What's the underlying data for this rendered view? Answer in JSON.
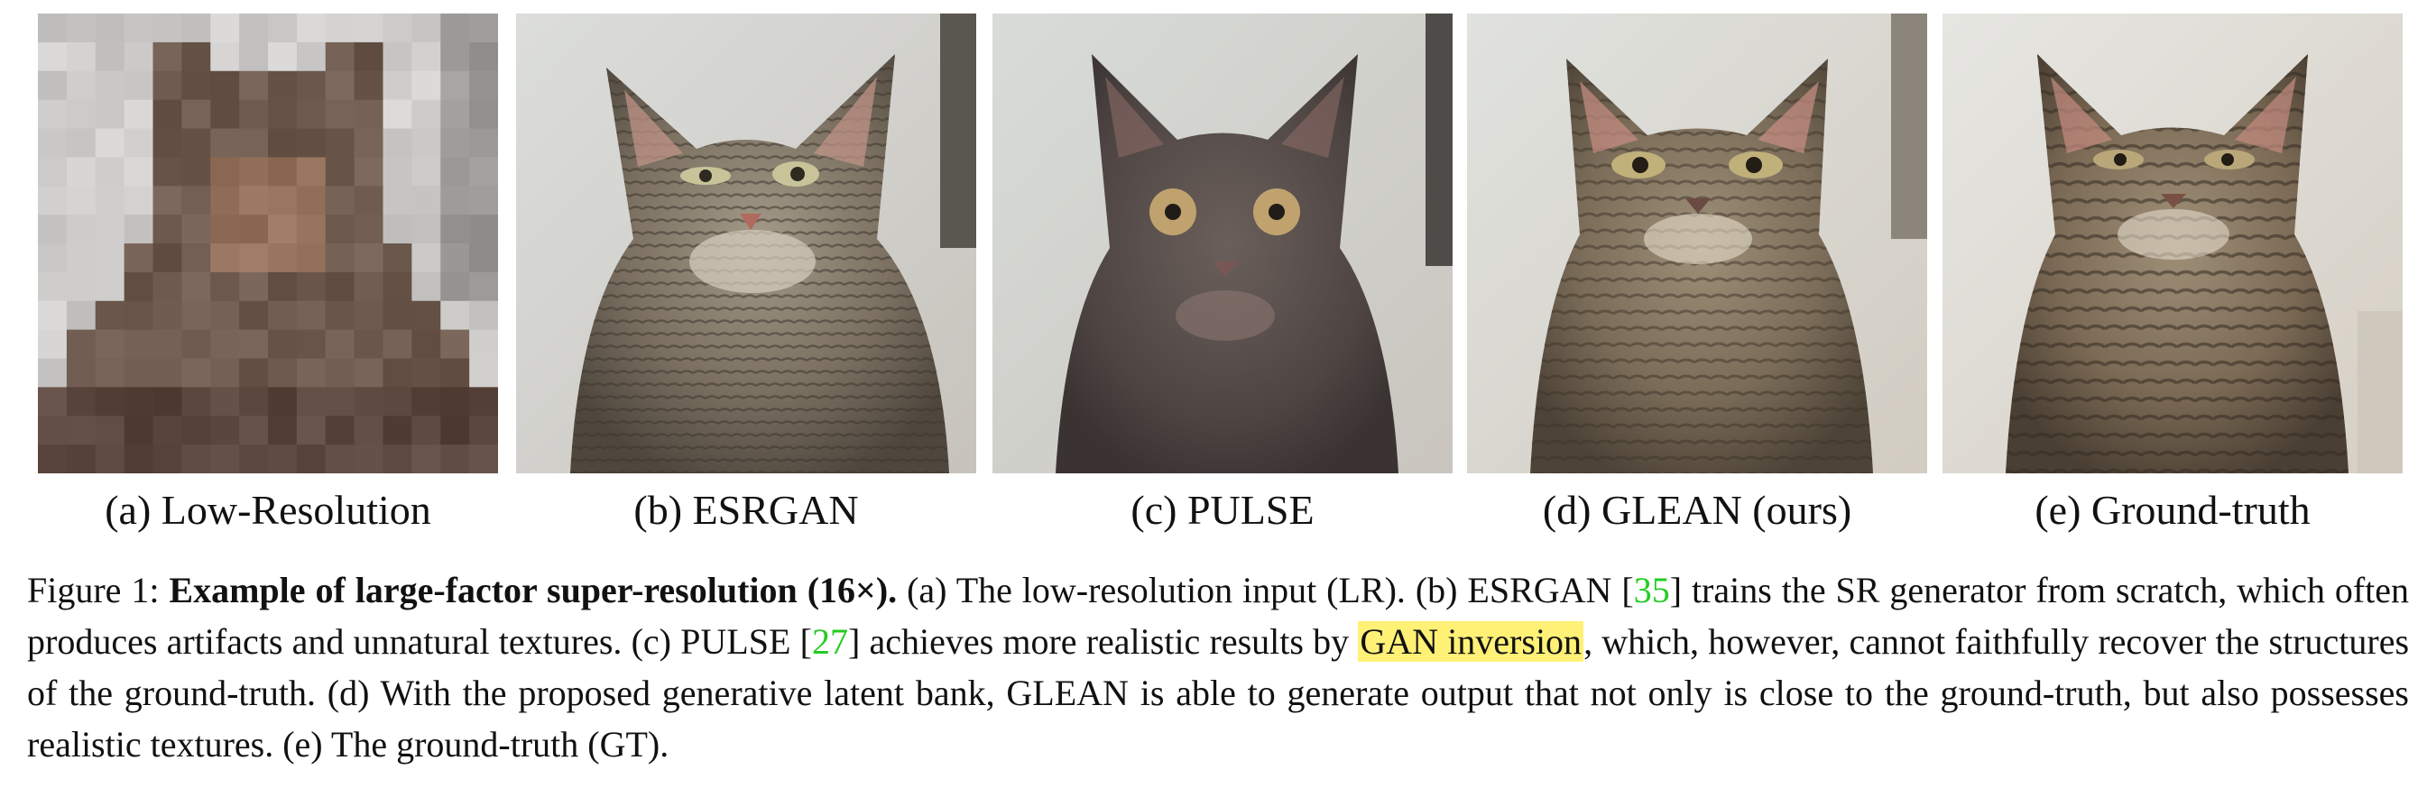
{
  "figure": {
    "panels": [
      {
        "id": "a",
        "caption": "(a) Low-Resolution",
        "image": "pixelated-cat-image"
      },
      {
        "id": "b",
        "caption": "(b) ESRGAN",
        "image": "esrgan-cat-image"
      },
      {
        "id": "c",
        "caption": "(c) PULSE",
        "image": "pulse-cat-image"
      },
      {
        "id": "d",
        "caption": "(d) GLEAN (ours)",
        "image": "glean-cat-image"
      },
      {
        "id": "e",
        "caption": "(e) Ground-truth",
        "image": "ground-truth-cat-image"
      }
    ],
    "caption": {
      "label": "Figure 1:",
      "bold_title": "Example of large-factor super-resolution (16×).",
      "text_1": "(a) The low-resolution input (LR). (b) ESRGAN [",
      "cite_1": "35",
      "text_2": "] trains the SR generator from scratch, which often produces artifacts and unnatural textures. (c) PULSE [",
      "cite_2": "27",
      "text_3": "] achieves more realistic results by",
      "highlight": "GAN inversion",
      "text_4": ", which, however, cannot faithfully recover the structures of the ground-truth. (d) With the proposed generative latent bank, GLEAN is able to generate output that not only is close to the ground-truth, but also possesses realistic textures. (e) The ground-truth (GT).",
      "cite_color": "#22cc22",
      "highlight_color": "#fff176"
    }
  }
}
